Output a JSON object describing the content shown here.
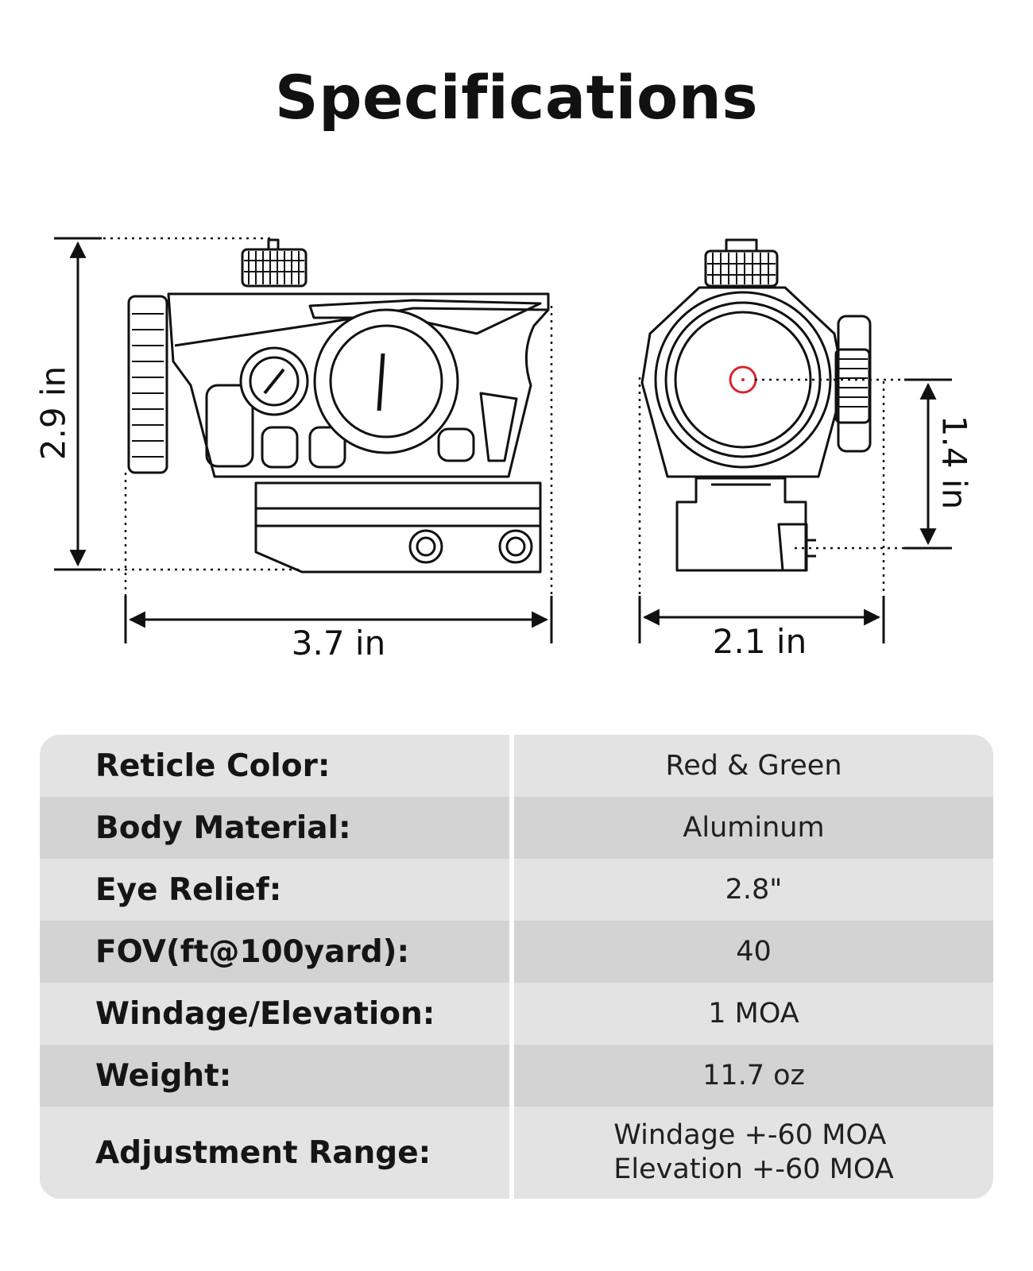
{
  "title": "Specifications",
  "dimensions": {
    "height": "2.9 in",
    "length": "3.7 in",
    "width": "2.1 in",
    "mount_height": "1.4 in"
  },
  "colors": {
    "reticle": "#d7262e",
    "row_light": "#e3e3e3",
    "row_dark": "#d3d3d3"
  },
  "specs": [
    {
      "label": "Reticle Color:",
      "value": "Red & Green"
    },
    {
      "label": "Body Material:",
      "value": "Aluminum"
    },
    {
      "label": "Eye Relief:",
      "value": "2.8\""
    },
    {
      "label": "FOV(ft@100yard):",
      "value": "40"
    },
    {
      "label": "Windage/Elevation:",
      "value": "1 MOA"
    },
    {
      "label": "Weight:",
      "value": "11.7 oz"
    },
    {
      "label": "Adjustment Range:",
      "value_lines": [
        "Windage +-60 MOA",
        "Elevation +-60 MOA"
      ]
    }
  ]
}
